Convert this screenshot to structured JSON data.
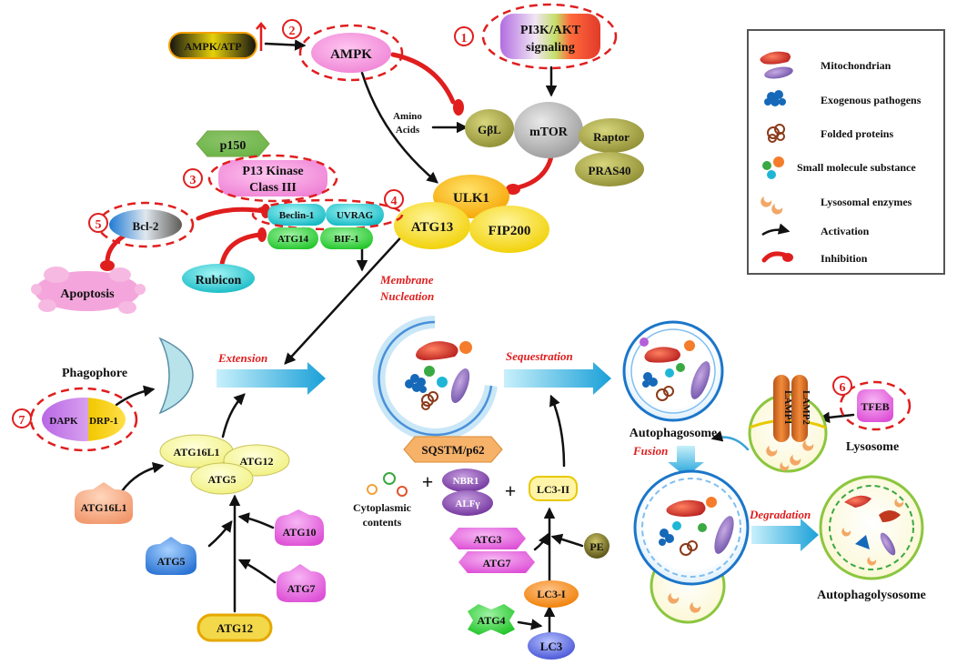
{
  "nodes": {
    "ampk_atp": "AMPK/ATP",
    "ampk": "AMPK",
    "pi3k_l1": "PI3K/AKT",
    "pi3k_l2": "signaling",
    "amino_l1": "Amino",
    "amino_l2": "Acids",
    "gbl": "GβL",
    "mtor": "mTOR",
    "raptor": "Raptor",
    "pras40": "PRAS40",
    "p150": "p150",
    "pik3_l1": "P13 Kinase",
    "pik3_l2": "Class III",
    "ulk1": "ULK1",
    "atg13": "ATG13",
    "fip200": "FIP200",
    "bcl2": "Bcl-2",
    "beclin1": "Beclin-1",
    "uvrag": "UVRAG",
    "atg14": "ATG14",
    "bif1": "BIF-1",
    "rubicon": "Rubicon",
    "apoptosis": "Apoptosis",
    "phagophore": "Phagophore",
    "dapk": "DAPK",
    "drp1": "DRP-1",
    "atg16l1_a": "ATG16L1",
    "atg12_a": "ATG12",
    "atg5_a": "ATG5",
    "atg16l1_b": "ATG16L1",
    "atg10": "ATG10",
    "atg5_b": "ATG5",
    "atg7_a": "ATG7",
    "atg12_b": "ATG12",
    "sqstm": "SQSTM/p62",
    "nbr1": "NBR1",
    "alfy": "ALFγ",
    "cyto_l1": "Cytoplasmic",
    "cyto_l2": "contents",
    "lc3ii": "LC3-II",
    "atg3": "ATG3",
    "atg7_b": "ATG7",
    "pe": "PE",
    "lc3i": "LC3-I",
    "atg4": "ATG4",
    "lc3": "LC3",
    "autophagosome": "Autophagosome",
    "lamp1": "LAMP1",
    "lamp2": "LAMP2",
    "tfeb": "TFEB",
    "lysosome": "Lysosome",
    "autophagolysosome": "Autophagolysosome",
    "plus1": "+",
    "plus2": "+"
  },
  "stages": {
    "membrane_l1": "Membrane",
    "membrane_l2": "Nucleation",
    "extension": "Extension",
    "sequestration": "Sequestration",
    "fusion": "Fusion",
    "degradation": "Degradation"
  },
  "markers": [
    "1",
    "2",
    "3",
    "4",
    "5",
    "6",
    "7"
  ],
  "legend": {
    "items": [
      {
        "label": "Mitochondrian",
        "icon": "mitochondria-icon"
      },
      {
        "label": "Exogenous pathogens",
        "icon": "pathogen-icon"
      },
      {
        "label": "Folded proteins",
        "icon": "folded-protein-icon"
      },
      {
        "label": "Small molecule substance",
        "icon": "small-molecule-icon"
      },
      {
        "label": "Lysosomal enzymes",
        "icon": "lysosomal-enzyme-icon"
      },
      {
        "label": "Activation",
        "icon": "activation-arrow-icon"
      },
      {
        "label": "Inhibition",
        "icon": "inhibition-arrow-icon"
      }
    ]
  },
  "colors": {
    "marker_red": "#e01e1e",
    "inhibition": "#e01e1e",
    "activation": "#111111",
    "stage_arrow": "#2aa6d8",
    "vesicle_blue": "#4a90d9",
    "lysosome_green": "#8cc63f",
    "ampk_pink": "#f08bd8",
    "ulk_yellow": "#f5d90a",
    "teal": "#19c6c6",
    "olive": "#a9a94a"
  }
}
